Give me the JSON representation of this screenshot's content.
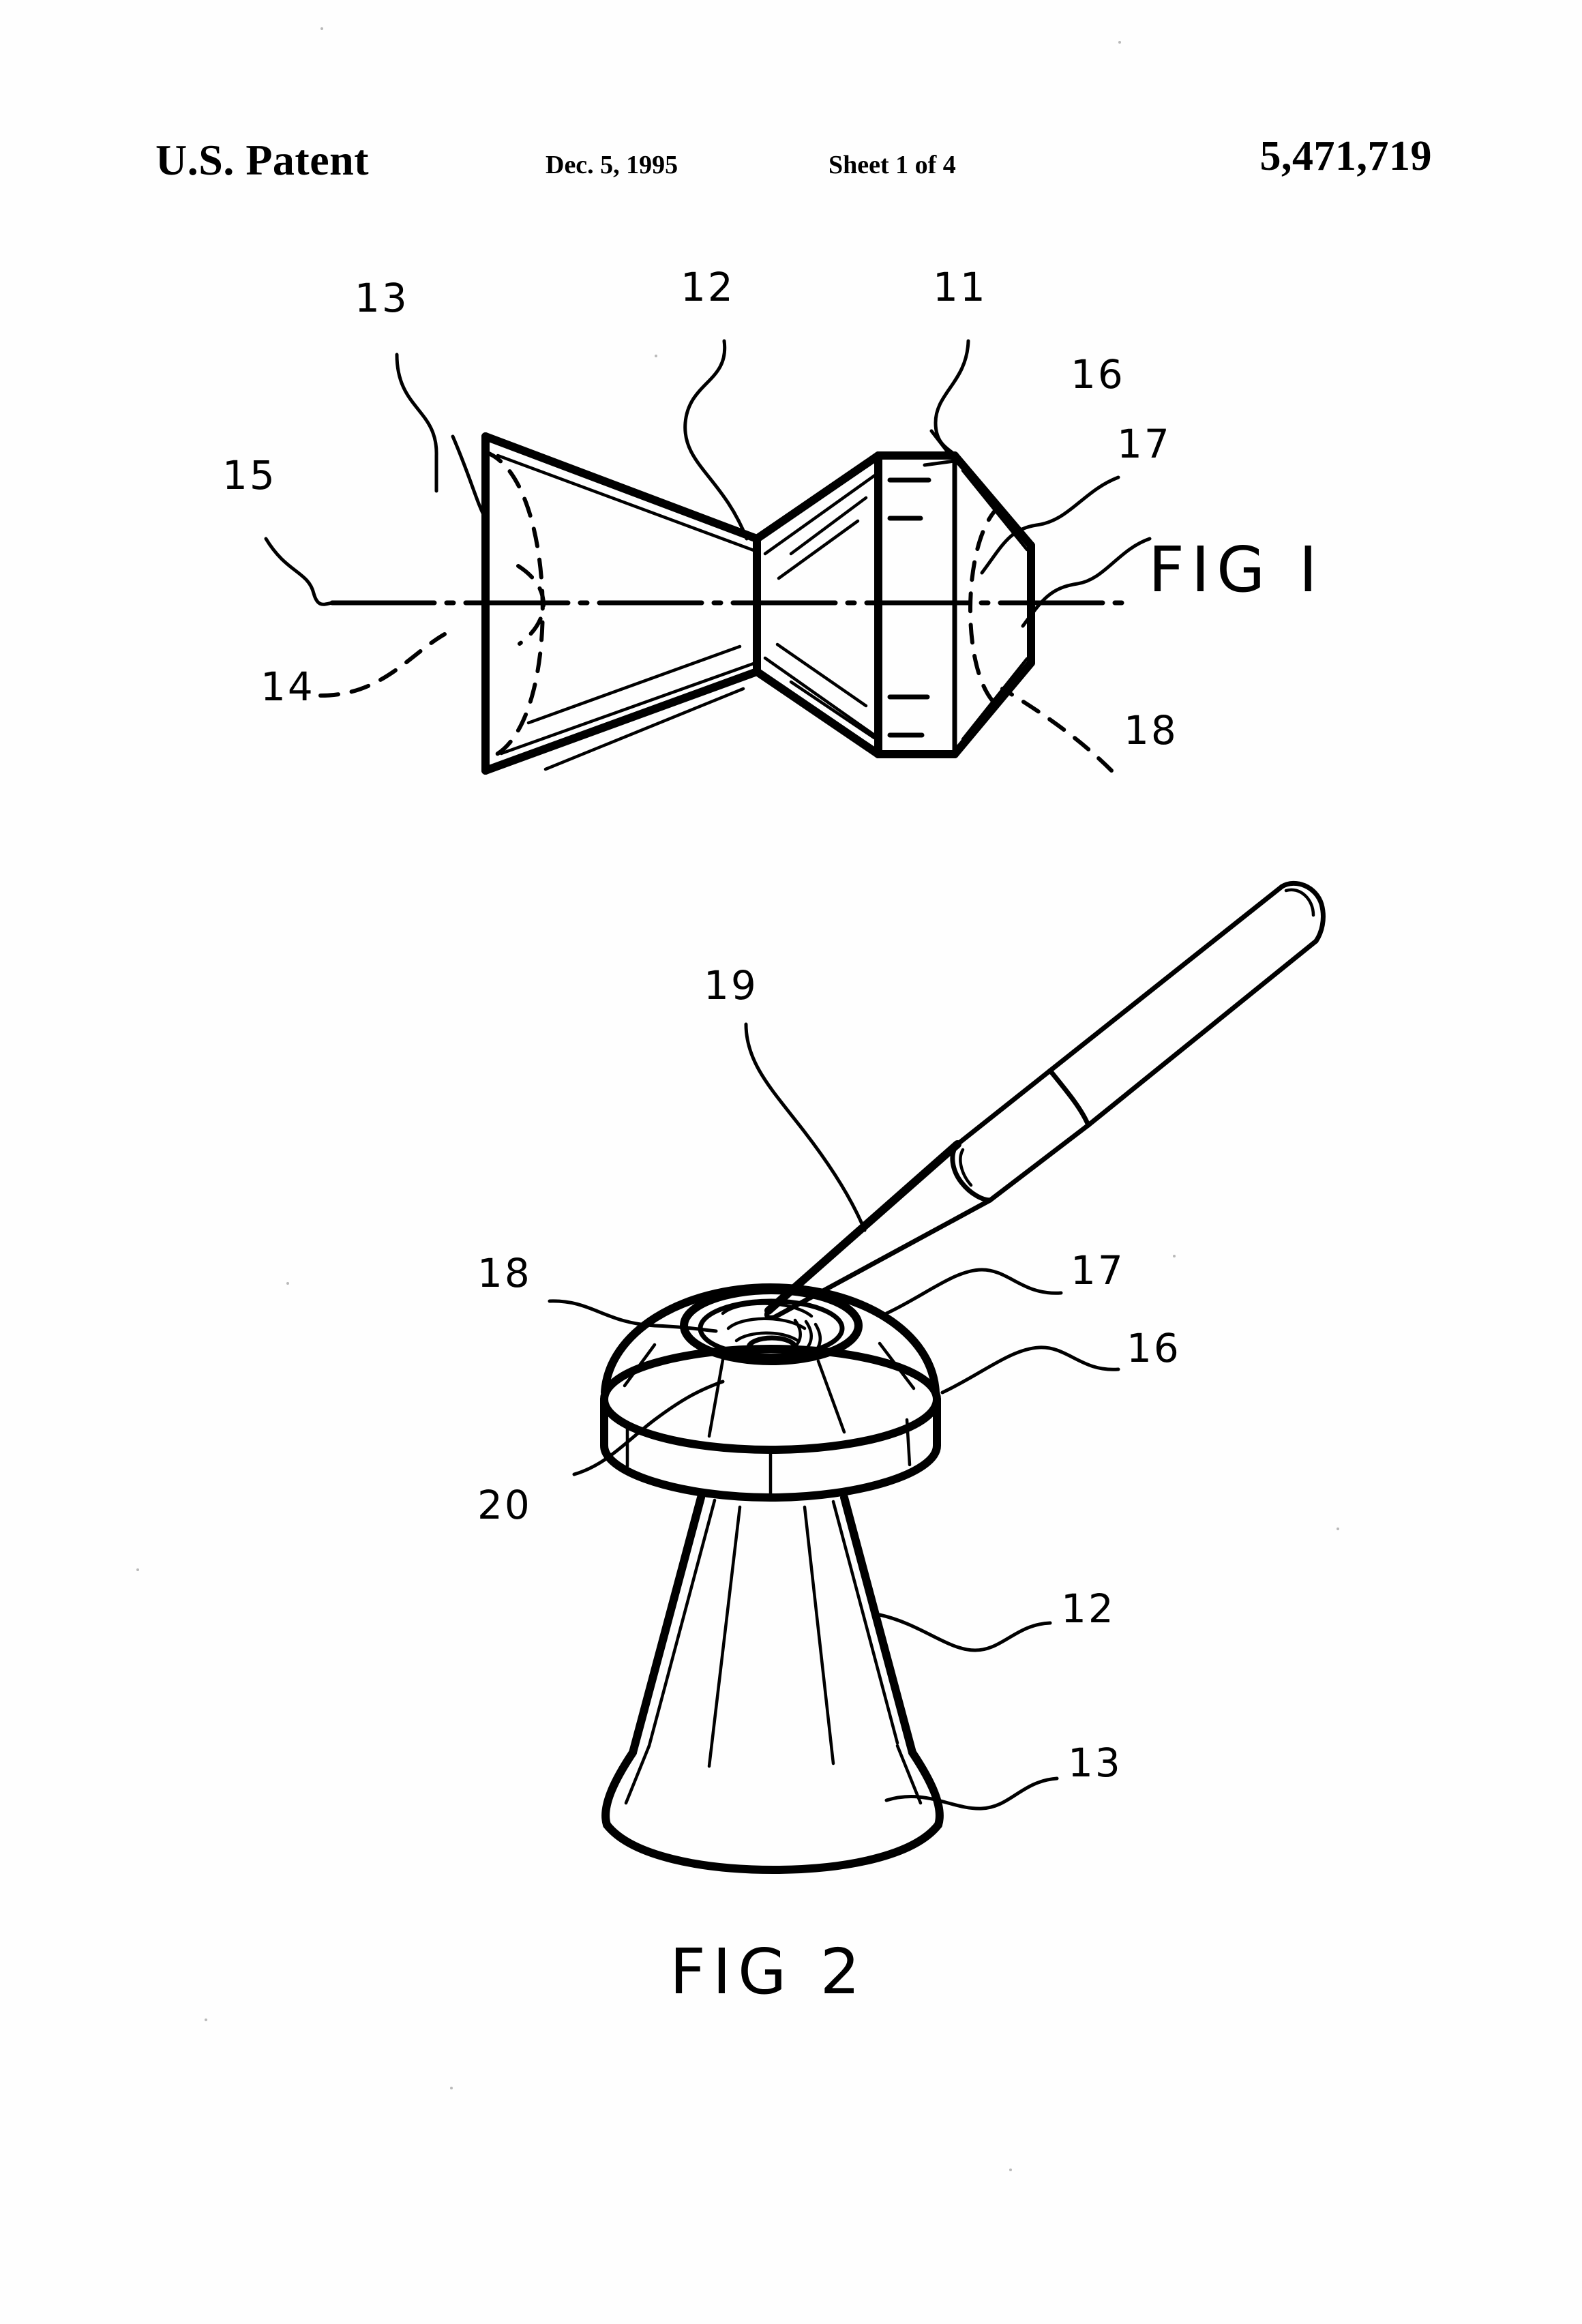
{
  "header": {
    "office": "U.S. Patent",
    "date": "Dec. 5, 1995",
    "sheet": "Sheet 1 of 4",
    "patent_number": "5,471,719"
  },
  "figures": [
    {
      "id": "fig1",
      "caption": "FIG  I",
      "description": "Perspective view of a double-frustum (hourglass / bowtie) shaped applicator body with a central waist, shown with a horizontal dash-dot center axis and hidden interior cavities drawn in broken line.",
      "reference_numerals": [
        {
          "label": "13",
          "meaning": "wide flared lower skirt / base flange"
        },
        {
          "label": "12",
          "meaning": "tapered conical body wall"
        },
        {
          "label": "11",
          "meaning": "applicator assembly"
        },
        {
          "label": "16",
          "meaning": "upper conical head"
        },
        {
          "label": "17",
          "meaning": "rim of upper head"
        },
        {
          "label": "15",
          "meaning": "longitudinal center axis"
        },
        {
          "label": "14",
          "meaning": "internal cavity (hidden)"
        },
        {
          "label": "18",
          "meaning": "central bore / orifice (hidden)"
        }
      ]
    },
    {
      "id": "fig2",
      "caption": "FIG 2",
      "description": "Perspective view of the applicator standing upright with a pipette / dispensing tube inserted into the funnel-shaped opening at the top of the head.",
      "reference_numerals": [
        {
          "label": "19",
          "meaning": "dispensing tube / pipette tip"
        },
        {
          "label": "18",
          "meaning": "central bore / orifice at apex"
        },
        {
          "label": "17",
          "meaning": "rim of upper head"
        },
        {
          "label": "16",
          "meaning": "upper conical head"
        },
        {
          "label": "20",
          "meaning": "annular collar / shoulder band"
        },
        {
          "label": "12",
          "meaning": "tapered conical body wall"
        },
        {
          "label": "13",
          "meaning": "wide flared lower skirt / base flange"
        }
      ]
    }
  ],
  "colors": {
    "ink": "#000000",
    "paper": "#ffffff"
  }
}
